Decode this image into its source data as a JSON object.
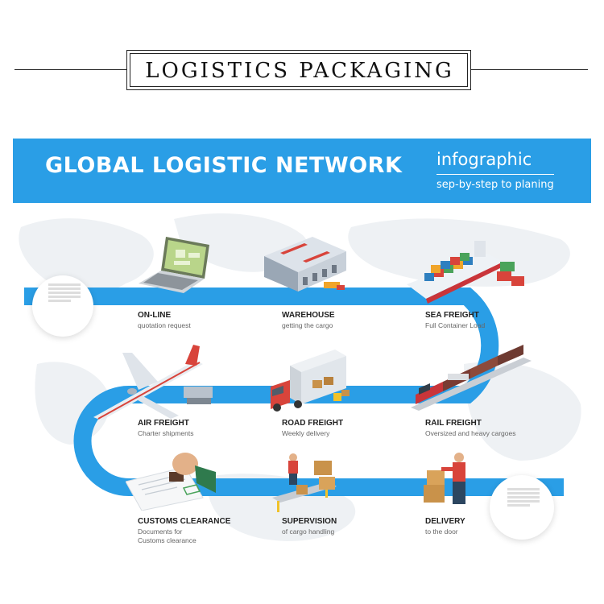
{
  "header": {
    "title": "LOGISTICS PACKAGING"
  },
  "banner": {
    "title": "GLOBAL LOGISTIC NETWORK",
    "subtitle": "infographic",
    "tagline": "sep-by-step to planing"
  },
  "stages": [
    {
      "label": "ON-LINE",
      "sub": "quotation request",
      "icon": "laptop-icon"
    },
    {
      "label": "WAREHOUSE",
      "sub": "getting the cargo",
      "icon": "warehouse-icon"
    },
    {
      "label": "SEA FREIGHT",
      "sub": "Full Container Load",
      "icon": "cargo-ship-icon"
    },
    {
      "label": "AIR FREIGHT",
      "sub": "Charter shipments",
      "icon": "airplane-icon"
    },
    {
      "label": "ROAD FREIGHT",
      "sub": "Weekly delivery",
      "icon": "truck-icon"
    },
    {
      "label": "RAIL FREIGHT",
      "sub": "Oversized and heavy cargoes",
      "icon": "train-icon"
    },
    {
      "label": "CUSTOMS CLEARANCE",
      "sub": "Documents for",
      "sub2": "Customs clearance",
      "icon": "stamp-icon"
    },
    {
      "label": "SUPERVISION",
      "sub": "of cargo handling",
      "icon": "conveyor-icon"
    },
    {
      "label": "DELIVERY",
      "sub": "to the door",
      "icon": "courier-icon"
    }
  ],
  "colors": {
    "banner": "#2a9ee6",
    "track": "#2a9ee6",
    "background": "#ffffff"
  }
}
